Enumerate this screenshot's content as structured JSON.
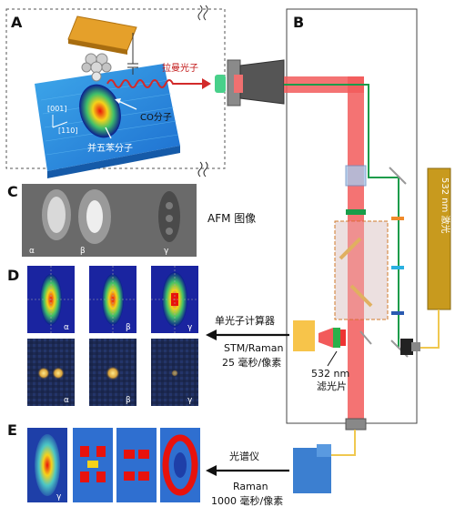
{
  "panels": {
    "a": "A",
    "b": "B",
    "c": "C",
    "d": "D",
    "e": "E"
  },
  "panel_a": {
    "raman_photon": "拉曼光子",
    "co_molecule": "CO分子",
    "pentacene_molecule": "并五苯分子",
    "dir_001": "[001]",
    "dir_110": "[110]"
  },
  "panel_c": {
    "caption": "AFM 图像",
    "labels": [
      "α",
      "β",
      "γ"
    ]
  },
  "panel_d": {
    "labels_top": [
      "α",
      "β",
      "γ"
    ],
    "labels_bottom": [
      "α",
      "β",
      "γ"
    ],
    "single_photon_counter": "单光子计算器",
    "stm_raman_line1": "STM/Raman",
    "stm_raman_line2": "25 毫秒/像素"
  },
  "panel_b": {
    "filter_line1": "532 nm",
    "filter_line2": "滤光片",
    "laser": "532 nm 激光"
  },
  "panel_e": {
    "label": "γ",
    "spectrometer": "光谱仪",
    "raman_line1": "Raman",
    "raman_line2": "1000 毫秒/像素"
  },
  "colors": {
    "beam_red": "#f25a5a",
    "beam_green": "#1a9c4a",
    "laser_gold": "#c89a1e",
    "detector_yellow": "#f7c44a",
    "spectrometer_blue": "#3c7fd0",
    "tip_gold": "#e5a02a"
  }
}
